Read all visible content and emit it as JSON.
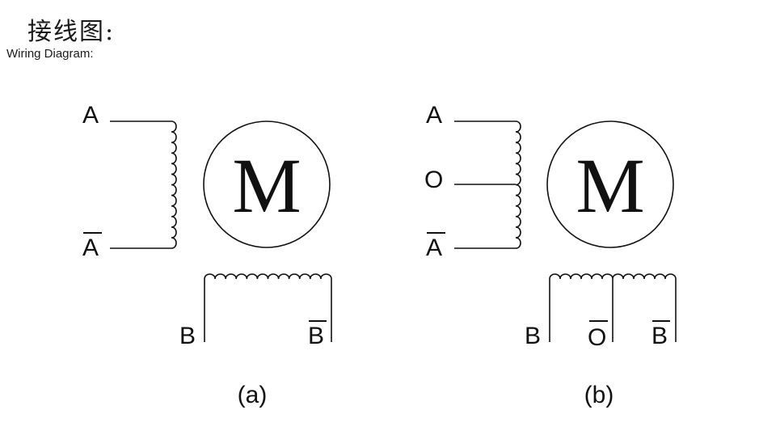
{
  "header": {
    "title_cn": "接线图:",
    "title_en": "Wiring Diagram:"
  },
  "diagram_a": {
    "caption": "(a)",
    "motor_label": "M",
    "labels": {
      "a": "A",
      "a_bar": "A",
      "b": "B",
      "b_bar": "B"
    }
  },
  "diagram_b": {
    "caption": "(b)",
    "motor_label": "M",
    "labels": {
      "a": "A",
      "o": "O",
      "a_bar": "A",
      "b": "B",
      "o_bar": "O",
      "b_bar": "B"
    }
  }
}
